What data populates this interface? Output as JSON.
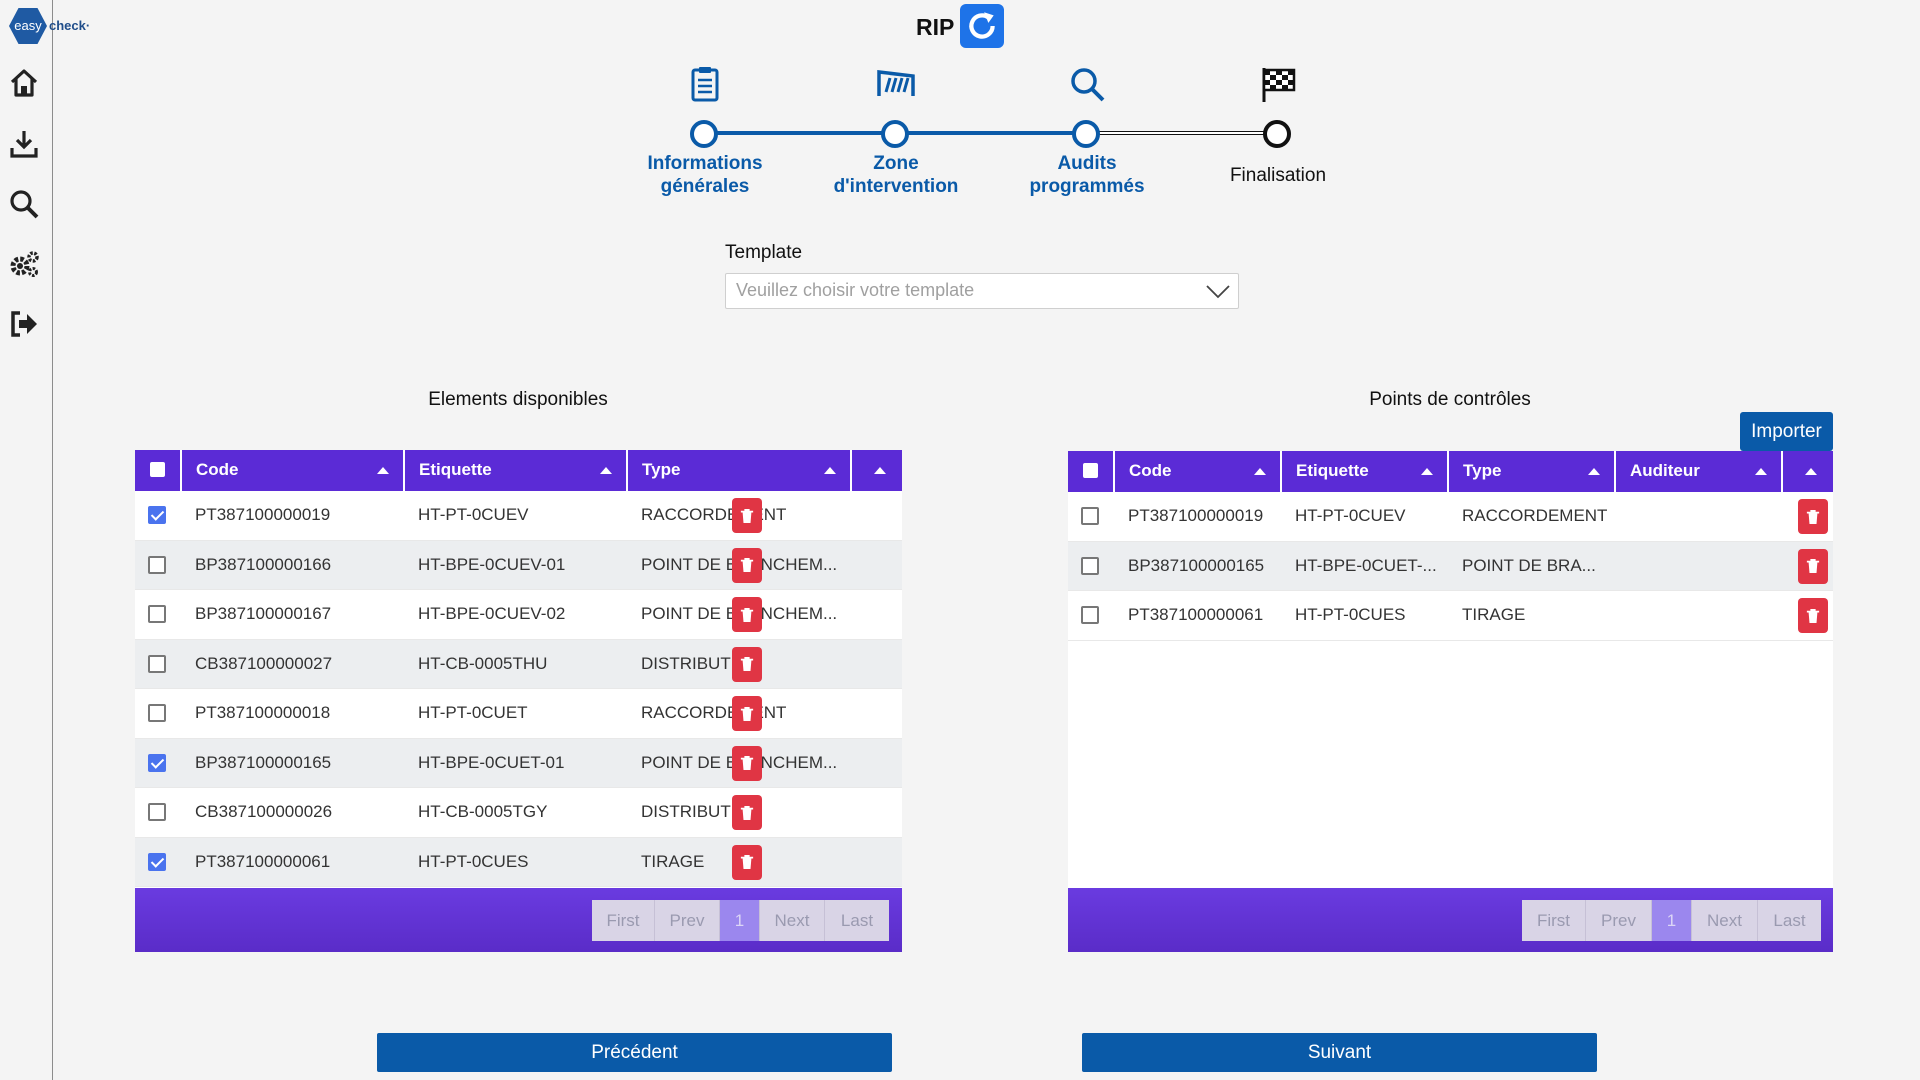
{
  "app": {
    "logo_text": "easy check",
    "title": "RIP"
  },
  "sidebar": {
    "items": [
      {
        "name": "home"
      },
      {
        "name": "download"
      },
      {
        "name": "search"
      },
      {
        "name": "settings"
      },
      {
        "name": "logout"
      }
    ]
  },
  "stepper": {
    "steps": [
      {
        "label_line1": "Informations",
        "label_line2": "générales",
        "icon": "clipboard-icon",
        "state": "done"
      },
      {
        "label_line1": "Zone",
        "label_line2": "d'intervention",
        "icon": "fence-icon",
        "state": "done"
      },
      {
        "label_line1": "Audits",
        "label_line2": "programmés",
        "icon": "search-icon",
        "state": "done"
      },
      {
        "label_line1": "Finalisation",
        "label_line2": "",
        "icon": "checkered-flag-icon",
        "state": "current"
      }
    ]
  },
  "template": {
    "label": "Template",
    "placeholder": "Veuillez choisir votre template"
  },
  "left_panel": {
    "title": "Elements disponibles",
    "columns": [
      "Code",
      "Etiquette",
      "Type"
    ],
    "rows": [
      {
        "checked": true,
        "code": "PT387100000019",
        "etiquette": "HT-PT-0CUEV",
        "type": "RACCORDEMENT"
      },
      {
        "checked": false,
        "code": "BP387100000166",
        "etiquette": "HT-BPE-0CUEV-01",
        "type": "POINT DE BRANCHEM..."
      },
      {
        "checked": false,
        "code": "BP387100000167",
        "etiquette": "HT-BPE-0CUEV-02",
        "type": "POINT DE BRANCHEM..."
      },
      {
        "checked": false,
        "code": "CB387100000027",
        "etiquette": "HT-CB-0005THU",
        "type": "DISTRIBUTION"
      },
      {
        "checked": false,
        "code": "PT387100000018",
        "etiquette": "HT-PT-0CUET",
        "type": "RACCORDEMENT"
      },
      {
        "checked": true,
        "code": "BP387100000165",
        "etiquette": "HT-BPE-0CUET-01",
        "type": "POINT DE BRANCHEM..."
      },
      {
        "checked": false,
        "code": "CB387100000026",
        "etiquette": "HT-CB-0005TGY",
        "type": "DISTRIBUTION"
      },
      {
        "checked": true,
        "code": "PT387100000061",
        "etiquette": "HT-PT-0CUES",
        "type": "TIRAGE"
      }
    ],
    "pager": {
      "first": "First",
      "prev": "Prev",
      "page": "1",
      "next": "Next",
      "last": "Last"
    }
  },
  "right_panel": {
    "title": "Points de contrôles",
    "import_label": "Importer",
    "columns": [
      "Code",
      "Etiquette",
      "Type",
      "Auditeur"
    ],
    "rows": [
      {
        "checked": false,
        "code": "PT387100000019",
        "etiquette": "HT-PT-0CUEV",
        "type": "RACCORDEMENT",
        "auditeur": ""
      },
      {
        "checked": false,
        "code": "BP387100000165",
        "etiquette": "HT-BPE-0CUET-...",
        "type": "POINT DE BRA...",
        "auditeur": ""
      },
      {
        "checked": false,
        "code": "PT387100000061",
        "etiquette": "HT-PT-0CUES",
        "type": "TIRAGE",
        "auditeur": ""
      }
    ],
    "pager": {
      "first": "First",
      "prev": "Prev",
      "page": "1",
      "next": "Next",
      "last": "Last"
    }
  },
  "footer": {
    "prev_label": "Précédent",
    "next_label": "Suivant"
  }
}
